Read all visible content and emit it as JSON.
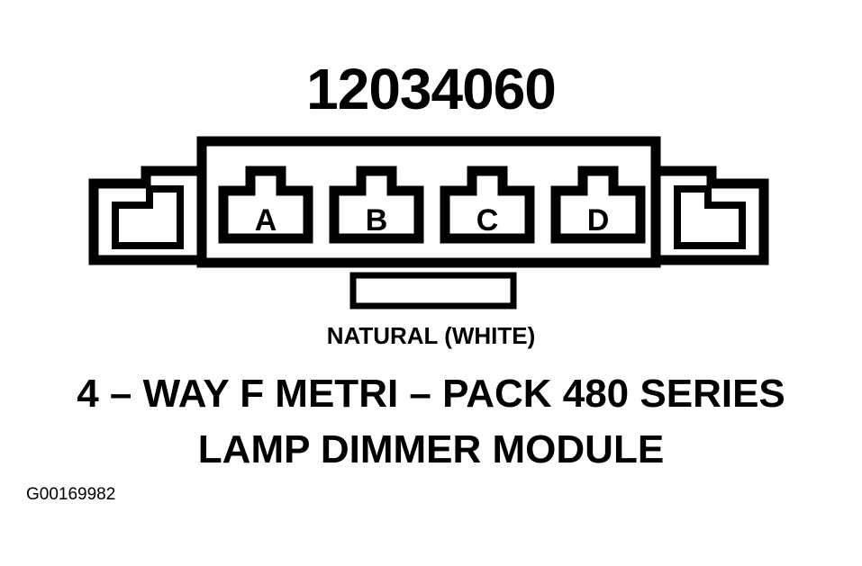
{
  "diagram": {
    "part_number": "12034060",
    "pins": [
      {
        "label": "A"
      },
      {
        "label": "B"
      },
      {
        "label": "C"
      },
      {
        "label": "D"
      }
    ],
    "color_label": "NATURAL (WHITE)",
    "title_line_1": "4 – WAY F METRI – PACK 480 SERIES",
    "title_line_2": "LAMP DIMMER MODULE",
    "figure_id": "G00169982"
  }
}
